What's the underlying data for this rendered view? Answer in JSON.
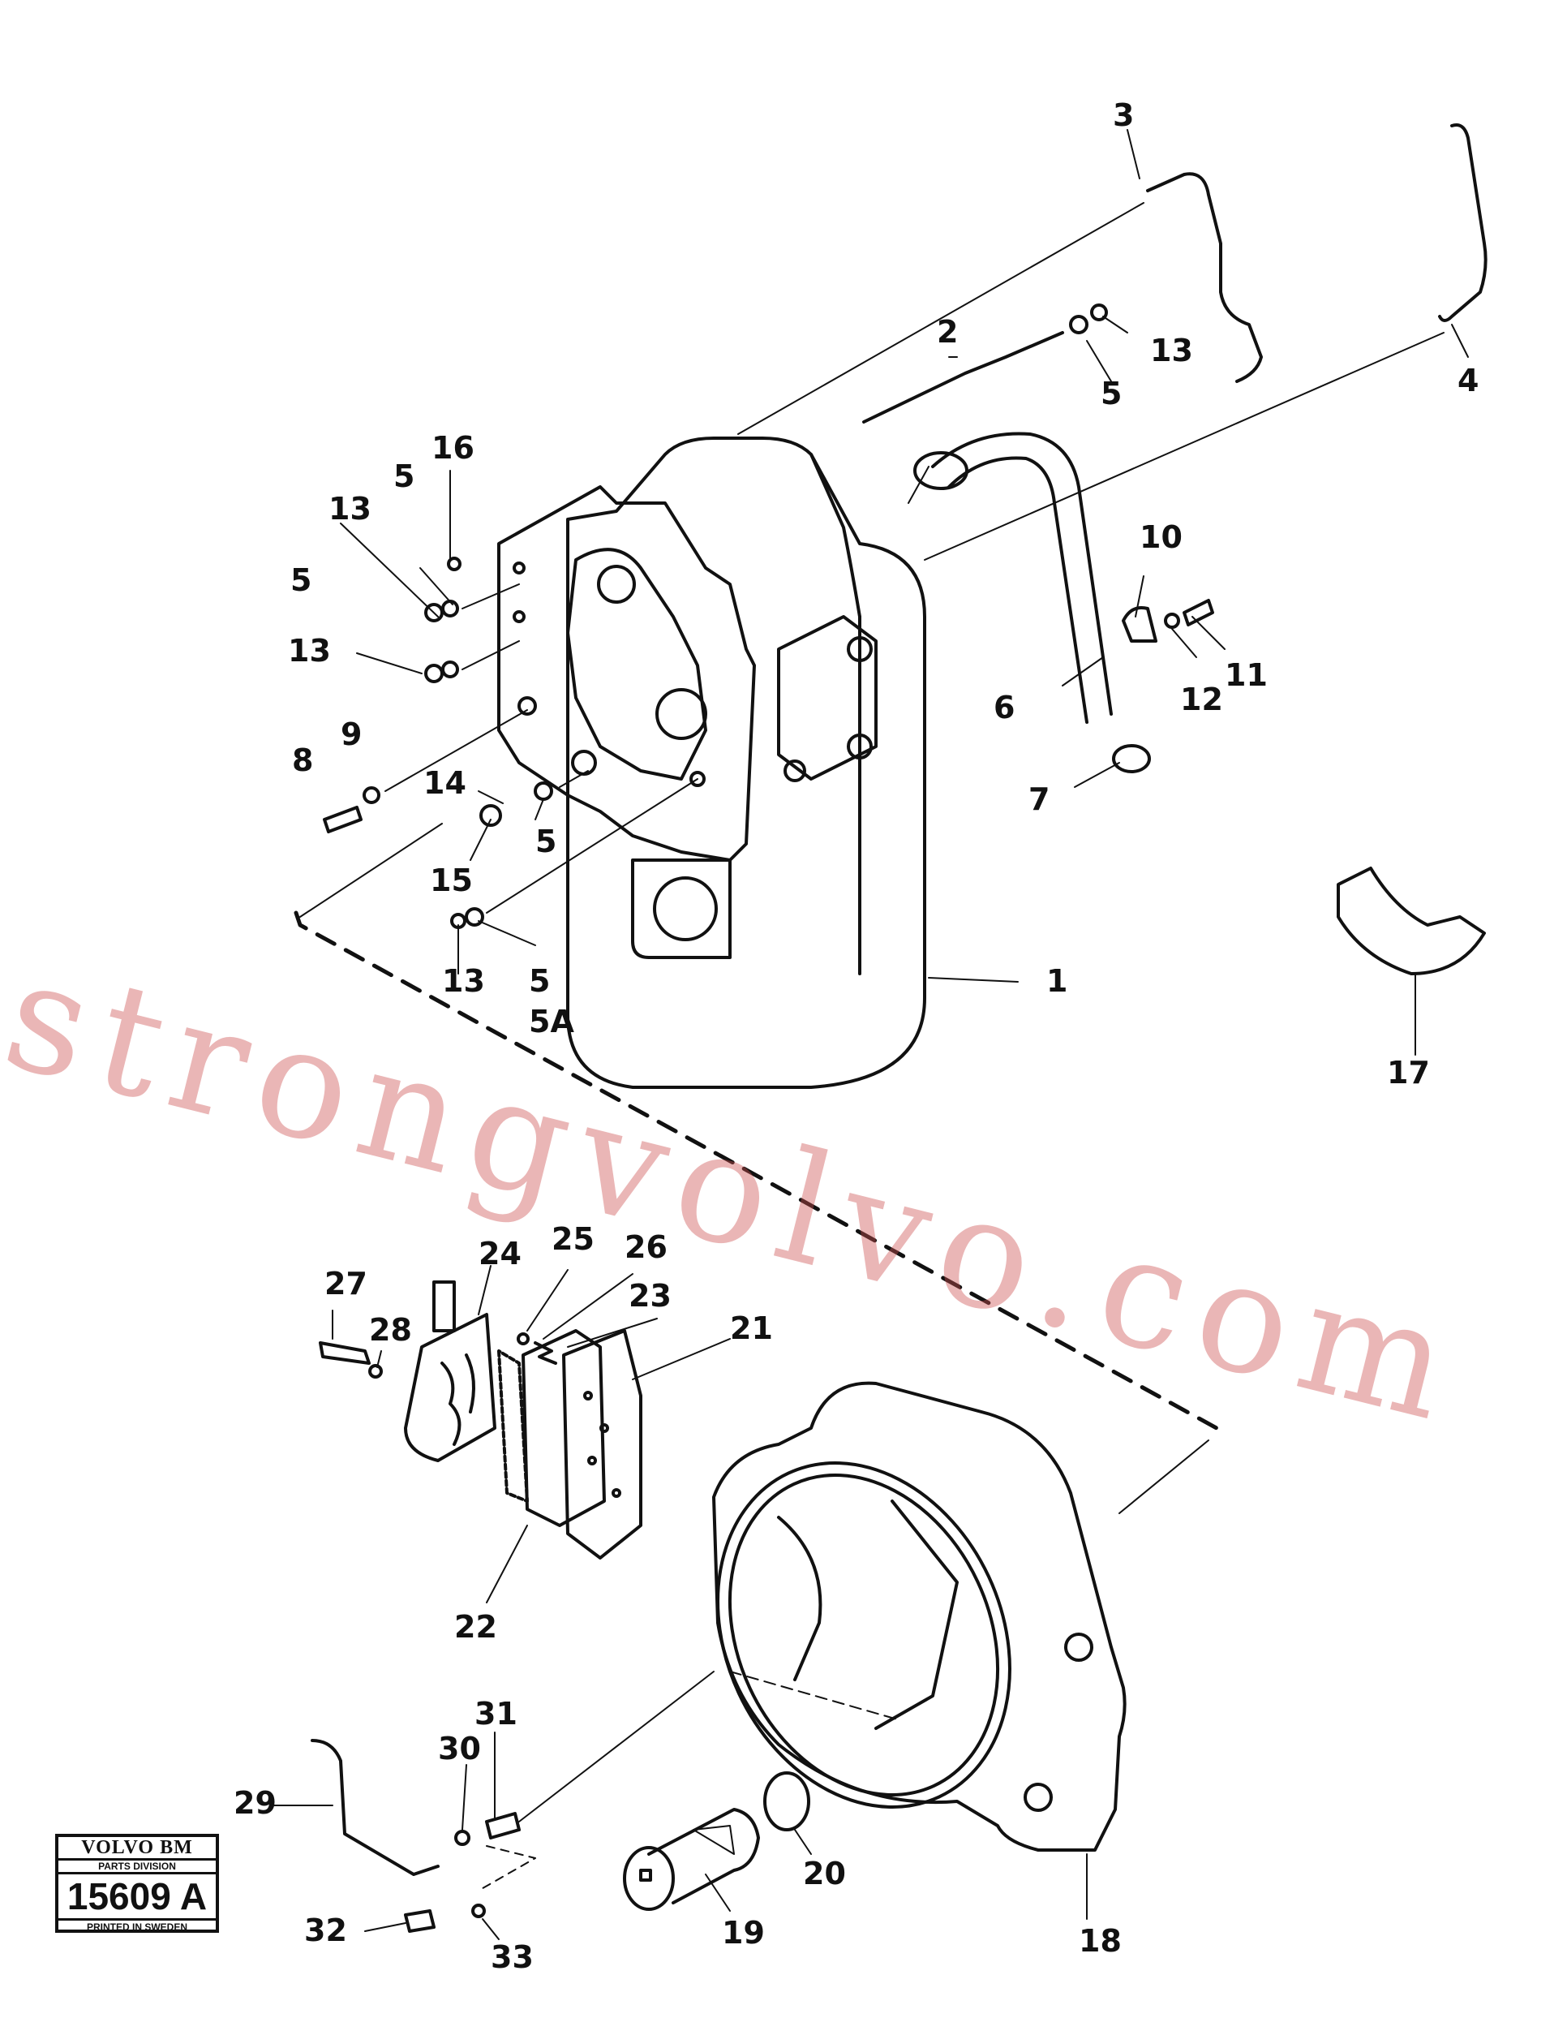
{
  "watermark": "strongvolvo.com",
  "logo": {
    "brand": "VOLVO BM",
    "division": "PARTS DIVISION",
    "drawing_number": "15609 A",
    "printed": "PRINTED IN SWEDEN"
  },
  "callouts": {
    "c1": "1",
    "c2": "2",
    "c3": "3",
    "c4": "4",
    "c5a": "5",
    "c5b": "5",
    "c5c": "5",
    "c5d": "5",
    "c5e": "5",
    "c5A": "5A",
    "c6": "6",
    "c7": "7",
    "c8": "8",
    "c9": "9",
    "c10": "10",
    "c11": "11",
    "c12": "12",
    "c13a": "13",
    "c13b": "13",
    "c13c": "13",
    "c13d": "13",
    "c14": "14",
    "c15": "15",
    "c16": "16",
    "c17": "17",
    "c18": "18",
    "c19": "19",
    "c20": "20",
    "c21": "21",
    "c22": "22",
    "c23": "23",
    "c24": "24",
    "c25": "25",
    "c26": "26",
    "c27": "27",
    "c28": "28",
    "c29": "29",
    "c30": "30",
    "c31": "31",
    "c32": "32",
    "c33": "33"
  }
}
